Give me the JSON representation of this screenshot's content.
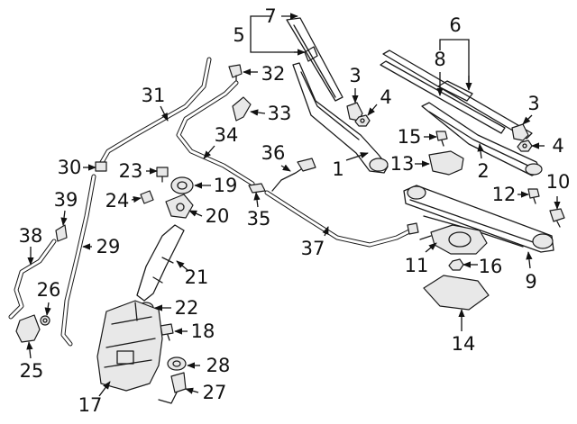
{
  "callouts": [
    {
      "id": "1",
      "text": "1"
    },
    {
      "id": "2",
      "text": "2"
    },
    {
      "id": "3a",
      "text": "3"
    },
    {
      "id": "3b",
      "text": "3"
    },
    {
      "id": "4a",
      "text": "4"
    },
    {
      "id": "4b",
      "text": "4"
    },
    {
      "id": "5",
      "text": "5"
    },
    {
      "id": "6",
      "text": "6"
    },
    {
      "id": "7",
      "text": "7"
    },
    {
      "id": "8",
      "text": "8"
    },
    {
      "id": "9",
      "text": "9"
    },
    {
      "id": "10",
      "text": "10"
    },
    {
      "id": "11",
      "text": "11"
    },
    {
      "id": "12",
      "text": "12"
    },
    {
      "id": "13",
      "text": "13"
    },
    {
      "id": "14",
      "text": "14"
    },
    {
      "id": "15",
      "text": "15"
    },
    {
      "id": "16",
      "text": "16"
    },
    {
      "id": "17",
      "text": "17"
    },
    {
      "id": "18",
      "text": "18"
    },
    {
      "id": "19",
      "text": "19"
    },
    {
      "id": "20",
      "text": "20"
    },
    {
      "id": "21",
      "text": "21"
    },
    {
      "id": "22",
      "text": "22"
    },
    {
      "id": "23",
      "text": "23"
    },
    {
      "id": "24",
      "text": "24"
    },
    {
      "id": "25",
      "text": "25"
    },
    {
      "id": "26",
      "text": "26"
    },
    {
      "id": "27",
      "text": "27"
    },
    {
      "id": "28",
      "text": "28"
    },
    {
      "id": "29",
      "text": "29"
    },
    {
      "id": "30",
      "text": "30"
    },
    {
      "id": "31",
      "text": "31"
    },
    {
      "id": "32",
      "text": "32"
    },
    {
      "id": "33",
      "text": "33"
    },
    {
      "id": "34",
      "text": "34"
    },
    {
      "id": "35",
      "text": "35"
    },
    {
      "id": "36",
      "text": "36"
    },
    {
      "id": "37",
      "text": "37"
    },
    {
      "id": "38",
      "text": "38"
    },
    {
      "id": "39",
      "text": "39"
    }
  ]
}
